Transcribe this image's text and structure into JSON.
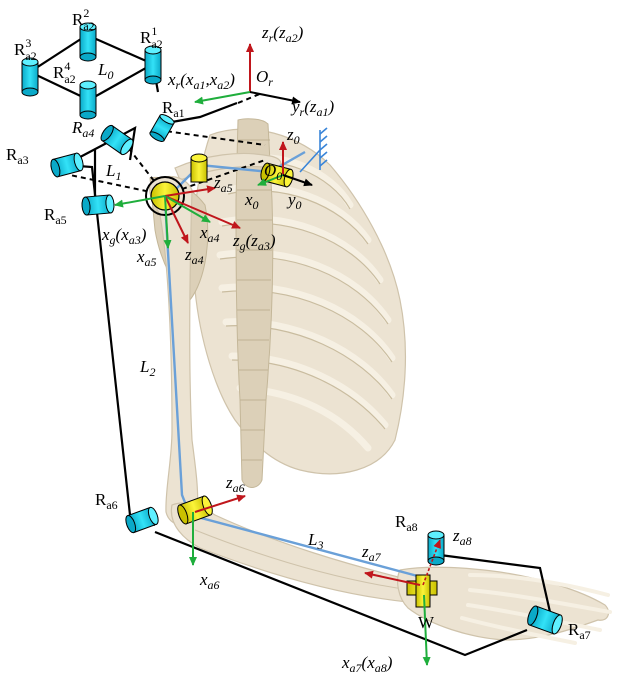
{
  "labels": {
    "ra2_2": "R",
    "ra2_2_sub": "a2",
    "ra2_2_sup": "2",
    "ra2_1": "R",
    "ra2_1_sub": "a2",
    "ra2_1_sup": "1",
    "ra2_3": "R",
    "ra2_3_sub": "a2",
    "ra2_3_sup": "3",
    "ra2_4": "R",
    "ra2_4_sub": "a2",
    "ra2_4_sup": "4",
    "l0": "L",
    "l0_sub": "0",
    "ra1": "R",
    "ra1_sub": "a1",
    "ra3": "R",
    "ra3_sub": "a3",
    "ra4": "R",
    "ra4_sub": "a4",
    "ra5": "R",
    "ra5_sub": "a5",
    "ra6": "R",
    "ra6_sub": "a6",
    "ra7": "R",
    "ra7_sub": "a7",
    "ra8": "R",
    "ra8_sub": "a8",
    "l1": "L",
    "l1_sub": "1",
    "l2": "L",
    "l2_sub": "2",
    "l3": "L",
    "l3_sub": "3",
    "zr": "z",
    "zr_sub": "r",
    "zr_paren": "(z",
    "zr_paren_sub": "a2",
    "zr_close": ")",
    "xr": "x",
    "xr_sub": "r",
    "xr_paren": "(x",
    "xr_paren_sub1": "a1",
    "xr_comma": ",x",
    "xr_paren_sub2": "a2",
    "xr_close": ")",
    "or": "O",
    "or_sub": "r",
    "yr": "y",
    "yr_sub": "r",
    "yr_paren": "(z",
    "yr_paren_sub": "a1",
    "yr_close": ")",
    "z0": "z",
    "z0_sub": "0",
    "o0": "O",
    "o0_sub": "0",
    "x0": "x",
    "x0_sub": "0",
    "y0": "y",
    "y0_sub": "0",
    "za5": "z",
    "za5_sub": "a5",
    "xa4": "x",
    "xa4_sub": "a4",
    "za4": "z",
    "za4_sub": "a4",
    "zg": "z",
    "zg_sub": "g",
    "zg_paren": "(z",
    "zg_paren_sub": "a3",
    "zg_close": ")",
    "xg": "x",
    "xg_sub": "g",
    "xg_paren": "(x",
    "xg_paren_sub": "a3",
    "xg_close": ")",
    "xa5": "x",
    "xa5_sub": "a5",
    "za6": "z",
    "za6_sub": "a6",
    "xa6": "x",
    "xa6_sub": "a6",
    "za7": "z",
    "za7_sub": "a7",
    "za8": "z",
    "za8_sub": "a8",
    "xa7": "x",
    "xa7_sub": "a7",
    "xa7_paren": "(x",
    "xa7_paren_sub": "a8",
    "xa7_close": ")",
    "w": "W"
  },
  "colors": {
    "cyan_joint": "#1fd6f0",
    "yellow_joint": "#f2ea1a",
    "red_axis": "#c0161c",
    "green_axis": "#1fae3c",
    "blue_link": "#6aa0d8",
    "bone": "#ece3d2"
  }
}
